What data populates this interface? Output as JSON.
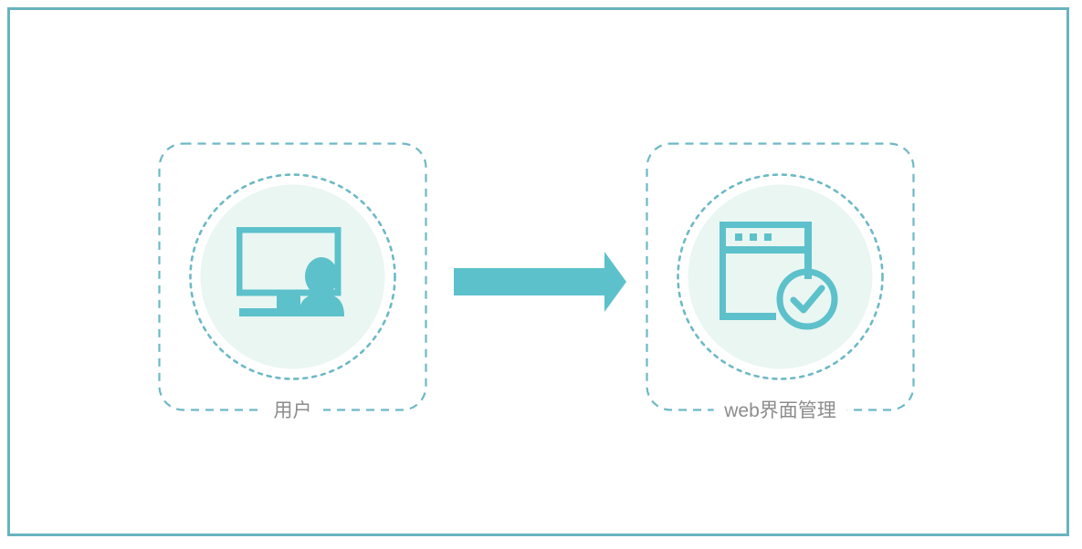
{
  "diagram": {
    "title": "",
    "colors": {
      "accent": "#5cc1cb",
      "frame_border": "#69b3bf",
      "dash_stroke": "#6cb9c6",
      "circle_fill": "#eaf6f2",
      "label_text": "#8c8c8c",
      "background": "#ffffff"
    },
    "nodes": [
      {
        "id": "user",
        "label": "用户",
        "icon": "user-monitor-icon",
        "shape": "dashed-rounded-square"
      },
      {
        "id": "web",
        "label": "web界面管理",
        "icon": "browser-window-check-icon",
        "shape": "dashed-rounded-square"
      }
    ],
    "connectors": [
      {
        "id": "user-to-web",
        "from": "user",
        "to": "web",
        "style": "block-arrow",
        "direction": "right",
        "label": ""
      }
    ]
  }
}
